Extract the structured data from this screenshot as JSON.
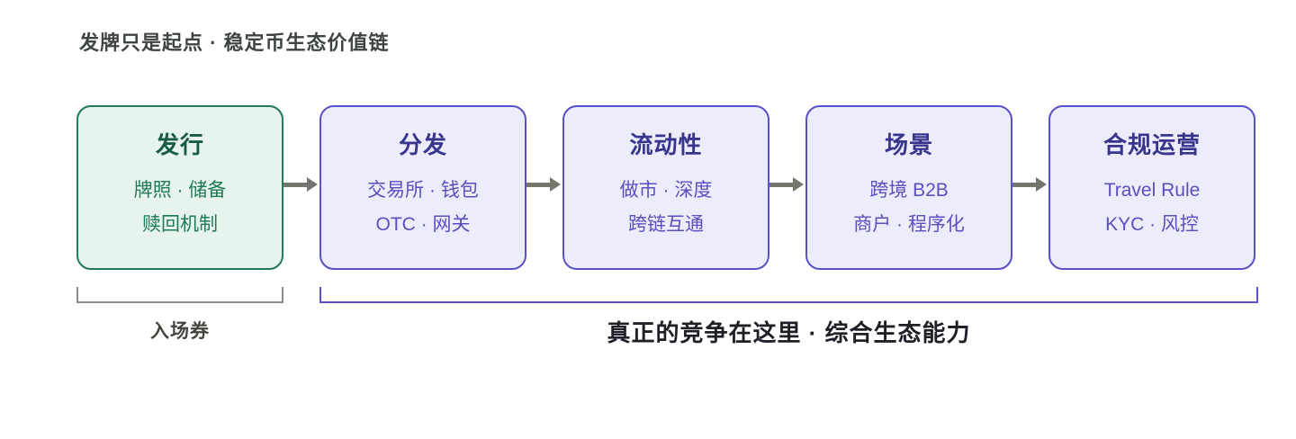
{
  "page": {
    "title": "发牌只是起点 · 稳定币生态价值链"
  },
  "flow": {
    "nodes": [
      {
        "title": "发行",
        "lines": [
          "牌照 · 储备",
          "赎回机制"
        ],
        "variant": "green"
      },
      {
        "title": "分发",
        "lines": [
          "交易所 · 钱包",
          "OTC · 网关"
        ],
        "variant": "purple"
      },
      {
        "title": "流动性",
        "lines": [
          "做市 · 深度",
          "跨链互通"
        ],
        "variant": "purple"
      },
      {
        "title": "场景",
        "lines": [
          "跨境 B2B",
          "商户 · 程序化"
        ],
        "variant": "purple"
      },
      {
        "title": "合规运营",
        "lines": [
          "Travel Rule",
          "KYC · 风控"
        ],
        "variant": "purple"
      }
    ]
  },
  "annotations": {
    "entry_ticket": "入场券",
    "competition": "真正的竞争在这里 · 综合生态能力"
  },
  "colors": {
    "background": "#ffffff",
    "title_text": "#3e4540",
    "green_fill": "#e6f4ed",
    "green_border": "#22795c",
    "green_title_text": "#175c43",
    "green_body_text": "#1f7a57",
    "purple_fill": "#ececfb",
    "purple_border": "#5a50c7",
    "purple_title_text": "#37358d",
    "purple_body_text": "#5b4fc0",
    "arrow_gray": "#75756d",
    "bracket_gray": "#8b8b85",
    "bracket_purple": "#5a50c7",
    "entry_label_text": "#45453f",
    "competition_label_text": "#1f1f28"
  }
}
